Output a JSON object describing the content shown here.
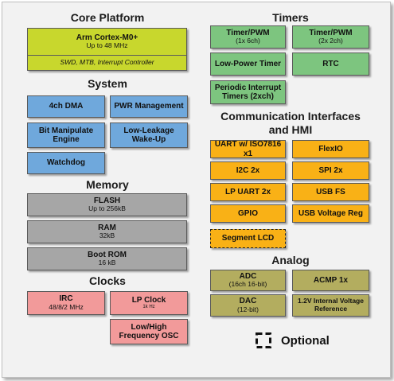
{
  "core_platform": {
    "heading": "Core Platform",
    "cpu_title": "Arm Cortex-M0+",
    "cpu_sub": "Up to 48  MHz",
    "debug": "SWD, MTB, Interrupt Controller"
  },
  "system": {
    "heading": "System",
    "dma": "4ch DMA",
    "pwr": "PWR Management",
    "bme_line1": "Bit Manipulate",
    "bme_line2": "Engine",
    "llwu_line1": "Low-Leakage",
    "llwu_line2": "Wake-Up",
    "watchdog": "Watchdog"
  },
  "memory": {
    "heading": "Memory",
    "flash_title": "FLASH",
    "flash_sub": "Up to 256kB",
    "ram_title": "RAM",
    "ram_sub": "32kB",
    "rom_title": "Boot ROM",
    "rom_sub": "16 kB"
  },
  "clocks": {
    "heading": "Clocks",
    "irc_title": "IRC",
    "irc_sub": "48/8/2 MHz",
    "lp_title": "LP Clock",
    "lp_sub": "1k Hz",
    "osc_line1": "Low/High",
    "osc_line2": "Frequency OSC"
  },
  "timers": {
    "heading": "Timers",
    "tpm1_title": "Timer/PWM",
    "tpm1_sub": "(1x 6ch)",
    "tpm2_title": "Timer/PWM",
    "tpm2_sub": "(2x 2ch)",
    "lptmr": "Low-Power Timer",
    "rtc": "RTC",
    "pit_line1": "Periodic Interrupt",
    "pit_line2": "Timers (2xch)"
  },
  "comm": {
    "heading_line1": "Communication Interfaces",
    "heading_line2": "and HMI",
    "uart_line1": "UART w/ ISO7816",
    "uart_line2": "x1",
    "flexio": "FlexIO",
    "i2c": "I2C 2x",
    "spi": "SPI 2x",
    "lpuart": "LP UART 2x",
    "usbfs": "USB FS",
    "gpio": "GPIO",
    "usbvreg": "USB Voltage Reg",
    "slcd": "Segment LCD"
  },
  "analog": {
    "heading": "Analog",
    "adc_title": "ADC",
    "adc_sub": "(16ch 16-bit)",
    "acmp": "ACMP 1x",
    "dac_title": "DAC",
    "dac_sub": "(12-bit)",
    "vref_line1": "1.2V Internal Voltage",
    "vref_line2": "Reference"
  },
  "legend": {
    "optional": "Optional"
  },
  "colors": {
    "core": "#c8d72d",
    "system": "#6fa8dc",
    "memory": "#a6a6a6",
    "clocks": "#f29a9a",
    "timers": "#7dc57f",
    "comm": "#f9b116",
    "analog": "#b3ad5f"
  }
}
